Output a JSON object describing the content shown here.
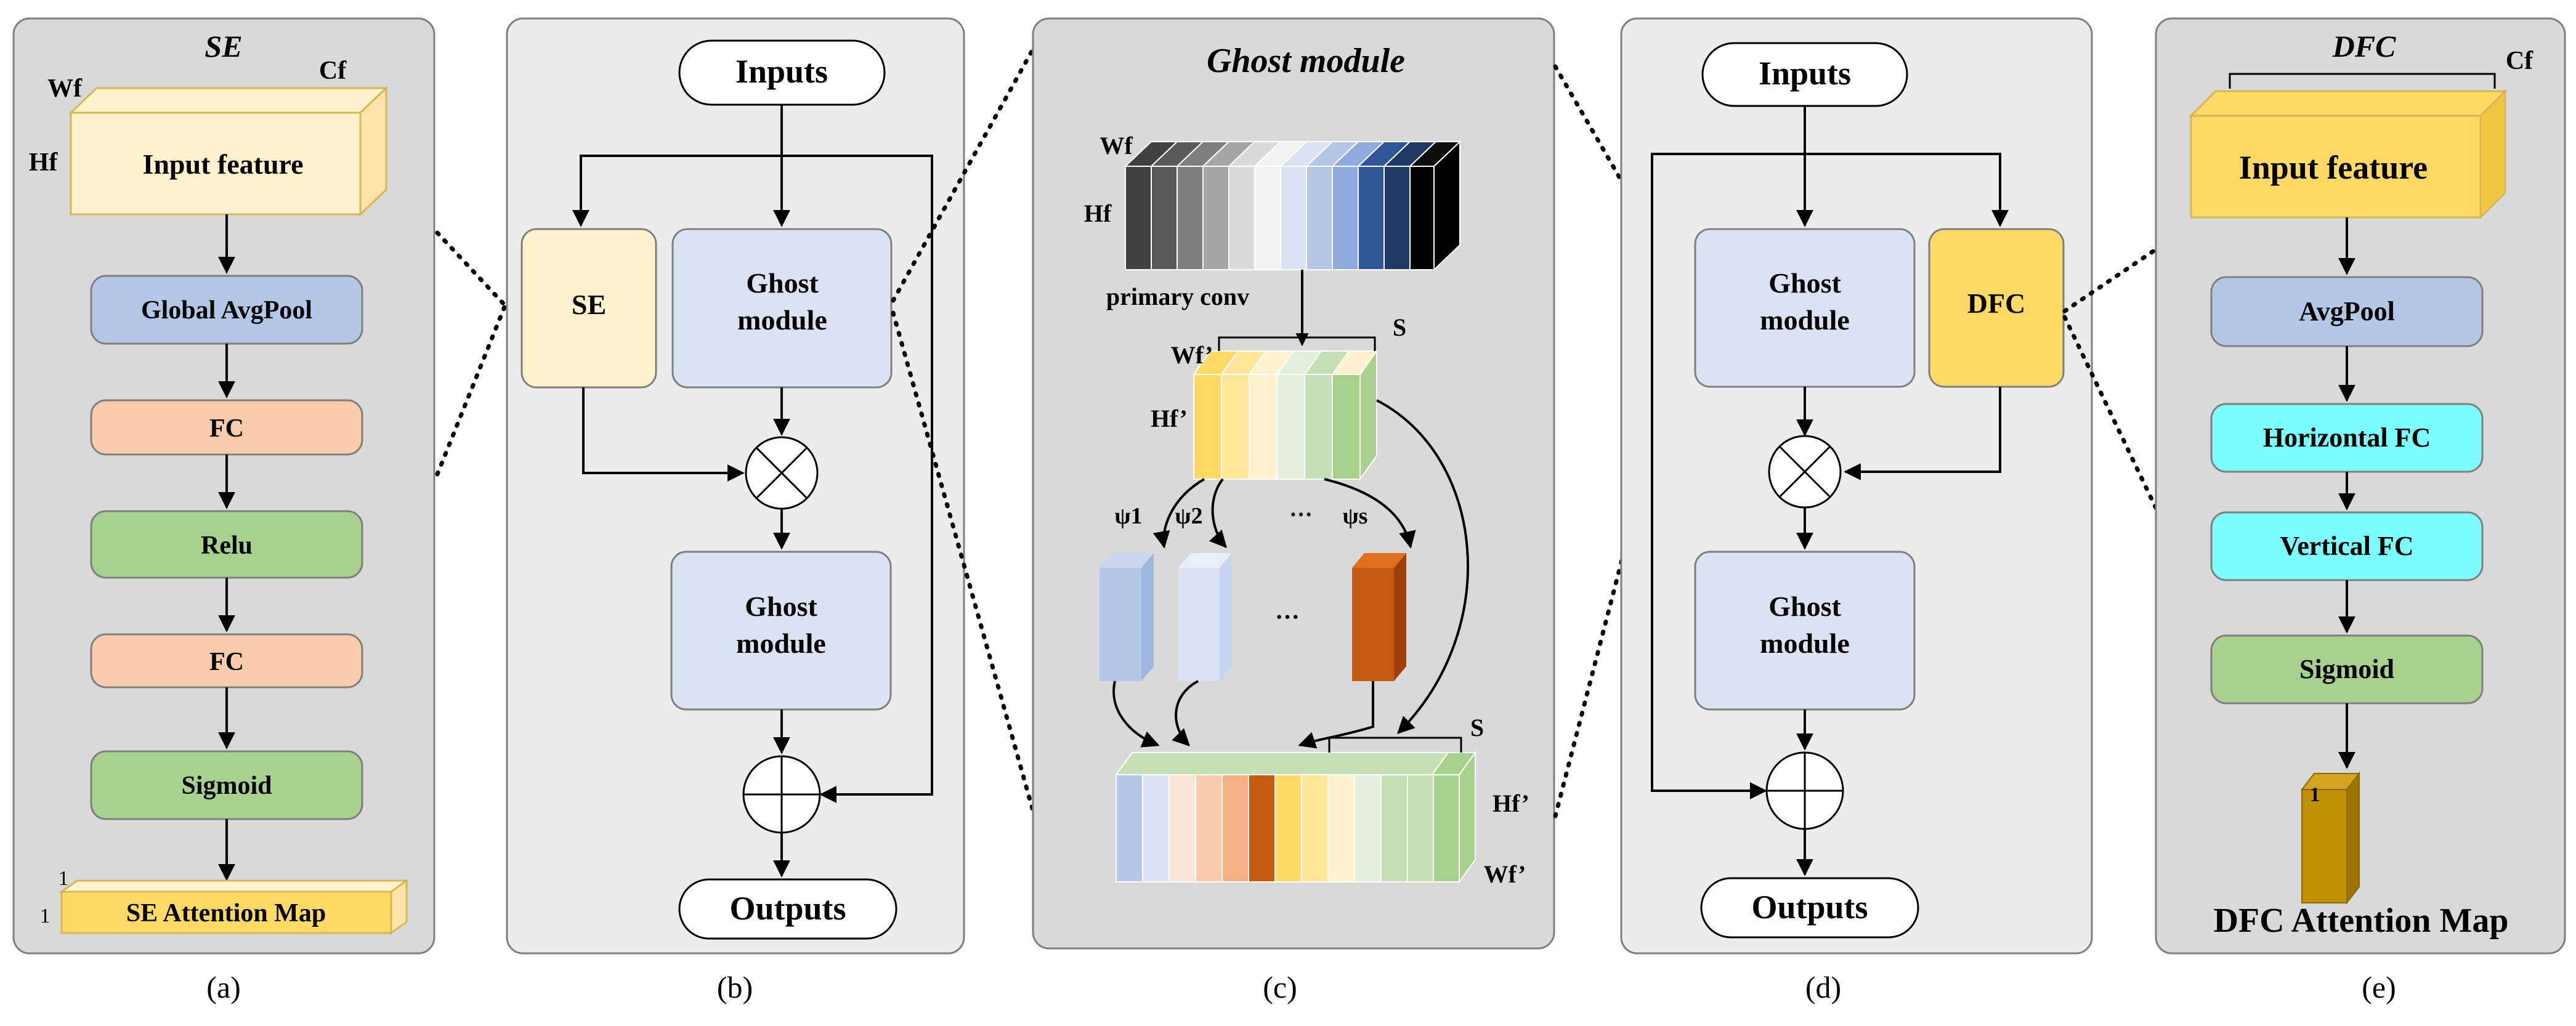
{
  "colors": {
    "panel_fill": "#ececec",
    "panel_fill_dark": "#d9d9d9",
    "panel_stroke": "#7f7f7f",
    "blue_box": "#b4c7e7",
    "salmon_box": "#f8cbad",
    "green_box": "#a9d18e",
    "light_blue_box": "#dae3f3",
    "cream_box": "#fff2cc",
    "yellow_box": "#ffd966",
    "cyan_box": "#7cfcfc",
    "gold_map": "#bf9000"
  },
  "panel_a": {
    "title": "SE",
    "label_wf": "Wf",
    "label_cf": "Cf",
    "label_hf": "Hf",
    "input_feature": "Input feature",
    "global_avgpool": "Global AvgPool",
    "fc1": "FC",
    "relu": "Relu",
    "fc2": "FC",
    "sigmoid": "Sigmoid",
    "map_one_top": "1",
    "map_one_left": "1",
    "se_map": "SE Attention Map",
    "caption": "(a)"
  },
  "panel_b": {
    "inputs": "Inputs",
    "se": "SE",
    "ghost1_line1": "Ghost",
    "ghost1_line2": "module",
    "ghost2_line1": "Ghost",
    "ghost2_line2": "module",
    "outputs": "Outputs",
    "caption": "(b)"
  },
  "panel_c": {
    "title": "Ghost module",
    "label_wf": "Wf",
    "label_hf": "Hf",
    "primary_conv": "primary conv",
    "label_wf_prime": "Wf’",
    "label_hf_prime": "Hf’",
    "label_s_top": "S",
    "psi1": "ψ1",
    "psi2": "ψ2",
    "dots_mid": "···",
    "psis": "ψs",
    "dots_low": "···",
    "label_s_bottom": "S",
    "label_hf_prime_out": "Hf’",
    "label_wf_prime_out": "Wf’",
    "caption": "(c)"
  },
  "panel_d": {
    "inputs": "Inputs",
    "ghost1_line1": "Ghost",
    "ghost1_line2": "module",
    "dfc": "DFC",
    "ghost2_line1": "Ghost",
    "ghost2_line2": "module",
    "outputs": "Outputs",
    "caption": "(d)"
  },
  "panel_e": {
    "title": "DFC",
    "label_cf": "Cf",
    "input_feature": "Input feature",
    "avgpool": "AvgPool",
    "horizontal_fc": "Horizontal FC",
    "vertical_fc": "Vertical FC",
    "sigmoid": "Sigmoid",
    "map_one": "1",
    "dfc_map": "DFC Attention Map",
    "caption": "(e)"
  }
}
